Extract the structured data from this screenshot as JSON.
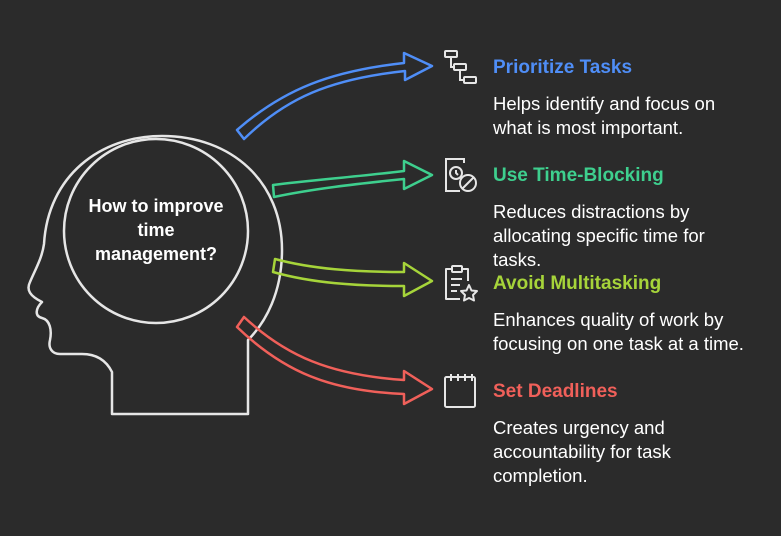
{
  "center": {
    "question": "How to improve time management?"
  },
  "colors": {
    "background": "#2b2b2b",
    "head_outline": "#e6e6e6",
    "icon": "#e6e6e6",
    "text": "#ffffff"
  },
  "items": [
    {
      "title": "Prioritize Tasks",
      "description": "Helps identify and focus on what is most important.",
      "color": "#4f8ef7",
      "icon": "gantt-chart-icon"
    },
    {
      "title": "Use Time-Blocking",
      "description": "Reduces distractions by allocating specific time for tasks.",
      "color": "#3ecf8e",
      "icon": "clock-blocked-icon"
    },
    {
      "title": "Avoid Multitasking",
      "description": "Enhances quality of work by focusing on one task at a time.",
      "color": "#a6d43a",
      "icon": "clipboard-star-icon"
    },
    {
      "title": "Set Deadlines",
      "description": "Creates urgency and accountability for task completion.",
      "color": "#f0605a",
      "icon": "calendar-icon"
    }
  ]
}
